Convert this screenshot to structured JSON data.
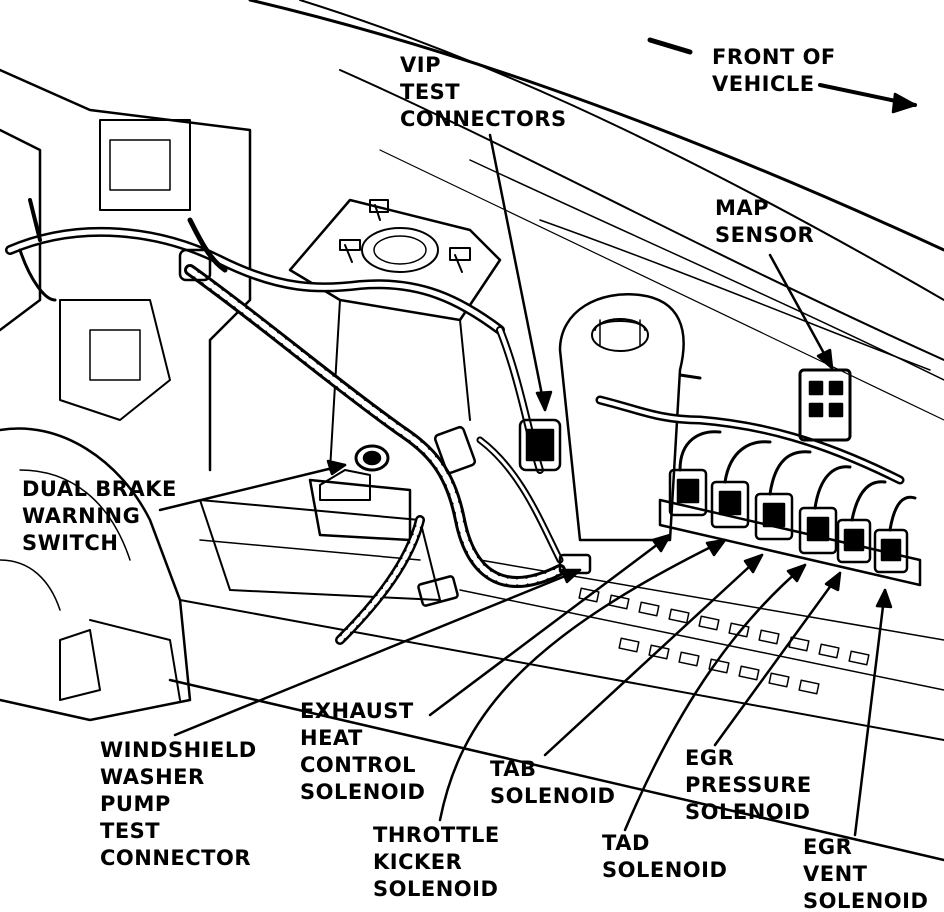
{
  "labels": {
    "front": [
      "FRONT OF",
      "VEHICLE"
    ],
    "vip": [
      "VIP",
      "TEST",
      "CONNECTORS"
    ],
    "map": [
      "MAP",
      "SENSOR"
    ],
    "brake": [
      "DUAL BRAKE",
      "WARNING",
      "SWITCH"
    ],
    "washer": [
      "WINDSHIELD",
      "WASHER",
      "PUMP",
      "TEST",
      "CONNECTOR"
    ],
    "exhaust": [
      "EXHAUST",
      "HEAT",
      "CONTROL",
      "SOLENOID"
    ],
    "throttle": [
      "THROTTLE",
      "KICKER",
      "SOLENOID"
    ],
    "tab": [
      "TAB",
      "SOLENOID"
    ],
    "tad": [
      "TAD",
      "SOLENOID"
    ],
    "egr_pressure": [
      "EGR",
      "PRESSURE",
      "SOLENOID"
    ],
    "egr_vent": [
      "EGR",
      "VENT",
      "SOLENOID"
    ]
  },
  "colors": {
    "ink": "#000000",
    "paper": "#ffffff"
  }
}
